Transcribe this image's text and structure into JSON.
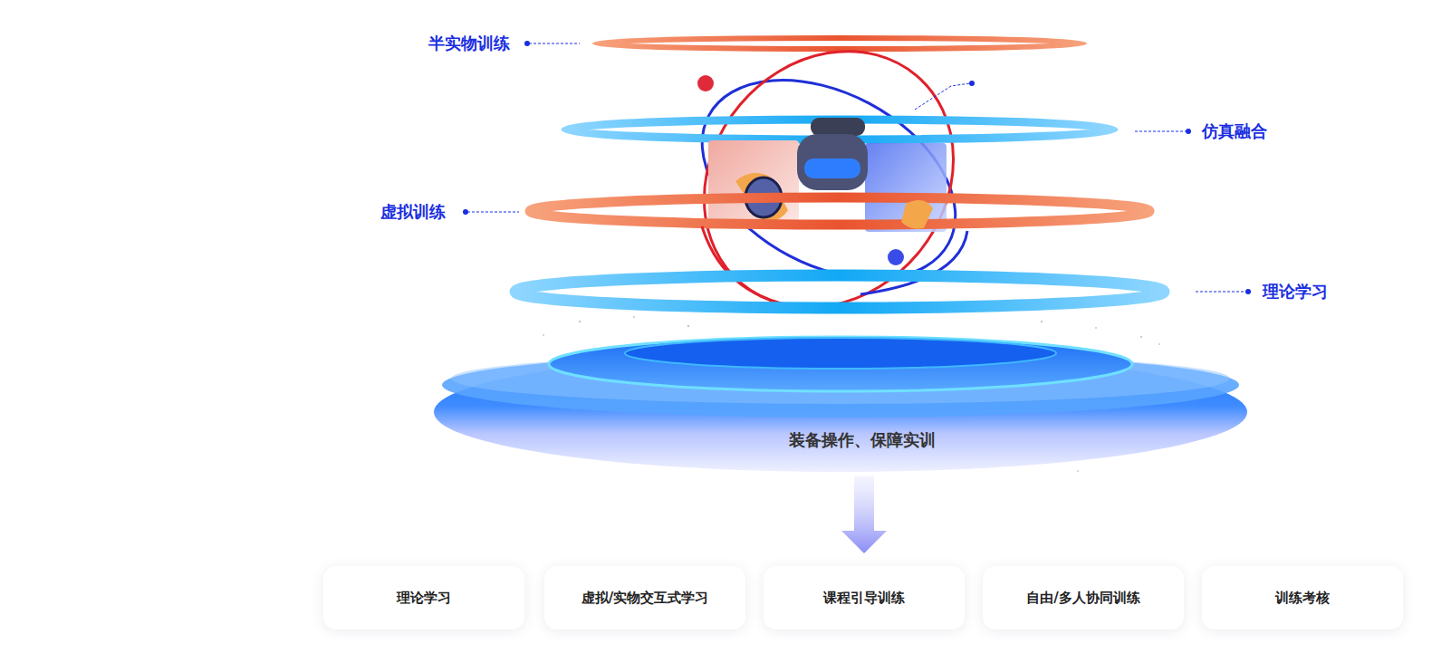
{
  "diagram": {
    "nodes": [
      {
        "text": [
          "装备操作、保障实训"
        ]
      },
      {
        "text": [
          "理论学习"
        ]
      },
      {
        "text": [
          "虚拟/实物交互式学习"
        ]
      },
      {
        "text": [
          "课程引导训练"
        ]
      },
      {
        "text": [
          "自由/多人协同训练"
        ]
      },
      {
        "text": [
          "训练考核"
        ]
      }
    ],
    "edges": [
      {
        "from": 0,
        "to": 3,
        "arrow": "to"
      }
    ],
    "labels": [
      "半实物训练",
      "仿真融合",
      "虚拟训练",
      "理论学习"
    ]
  }
}
